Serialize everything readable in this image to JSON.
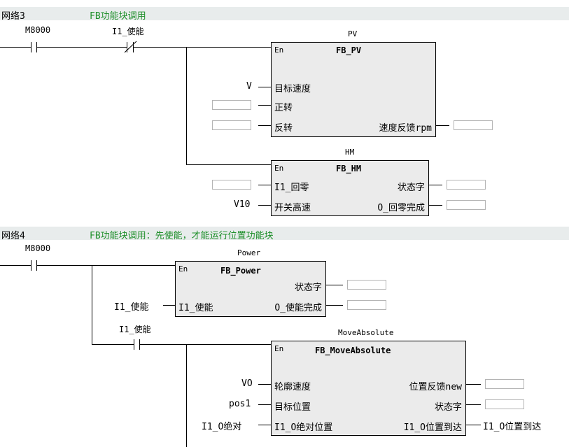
{
  "network3": {
    "number": "网络3",
    "description": "FB功能块调用",
    "contact_m8000": "M8000",
    "contact_i1": "I1_使能",
    "pv": {
      "instance": "PV",
      "en": "En",
      "type": "FB_PV",
      "pin_speed": "目标速度",
      "pin_forward": "正转",
      "pin_reverse": "反转",
      "pin_feedback": "速度反馈rpm",
      "arg_speed": "V"
    },
    "hm": {
      "instance": "HM",
      "en": "En",
      "type": "FB_HM",
      "pin_home": "I1_回零",
      "pin_switch": "开关高速",
      "pin_status": "状态字",
      "pin_done": "O_回零完成",
      "arg_switch": "V10"
    }
  },
  "network4": {
    "number": "网络4",
    "description": "FB功能块调用：先使能，才能运行位置功能块",
    "contact_m8000": "M8000",
    "contact_i1": "I1_使能",
    "power": {
      "instance": "Power",
      "en": "En",
      "type": "FB_Power",
      "pin_enable": "I1_使能",
      "pin_status": "状态字",
      "pin_done": "O_使能完成",
      "arg_enable": "I1_使能"
    },
    "move": {
      "instance": "MoveAbsolute",
      "en": "En",
      "type": "FB_MoveAbsolute",
      "pin_speed": "轮廓速度",
      "pin_target": "目标位置",
      "pin_abs": "I1_O绝对位置",
      "pin_feedback": "位置反馈new",
      "pin_status": "状态字",
      "pin_arrived": "I1_O位置到达",
      "arg_speed": "VO",
      "arg_target": "pos1",
      "arg_abs": "I1_O绝对",
      "out_arrived": "I1_O位置到达"
    }
  }
}
